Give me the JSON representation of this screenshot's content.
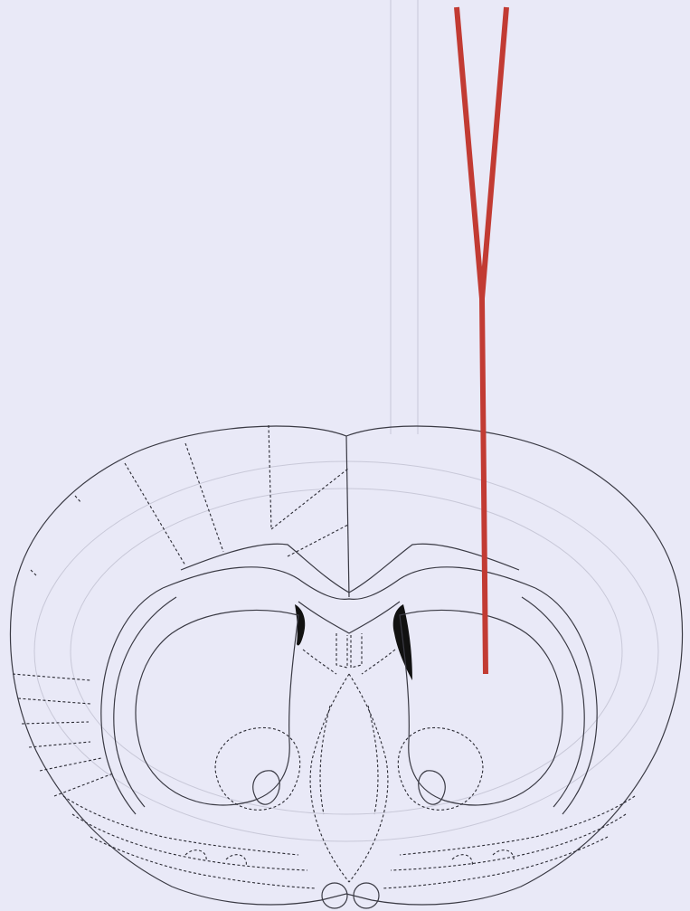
{
  "figure": {
    "background": "#e9e9f7",
    "outline_color": "#3a3a44",
    "electrode_color": "#c23b33",
    "structures": [
      "brain-section-outline",
      "cortex-boundaries",
      "corpus-callosum",
      "lateral-ventricles",
      "striatum",
      "hypothalamic-regions",
      "electrode-track"
    ]
  }
}
